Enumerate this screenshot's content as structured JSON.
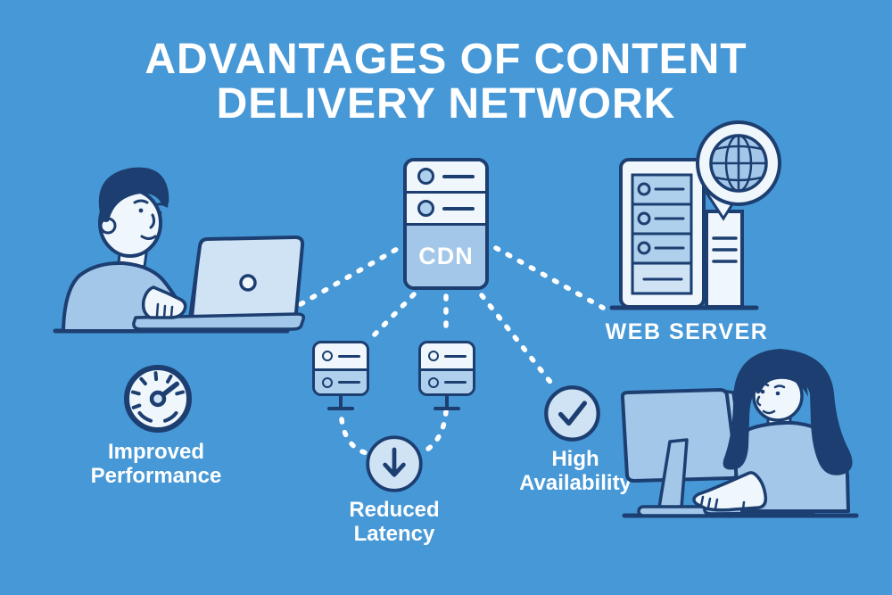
{
  "title": {
    "line1": "ADVANTAGES OF CONTENT",
    "line2": "DELIVERY NETWORK"
  },
  "nodes": {
    "cdn": {
      "label": "CDN"
    },
    "web_server": {
      "label": "WEB SERVER"
    }
  },
  "benefits": [
    {
      "icon": "speedometer-icon",
      "line1": "Improved",
      "line2": "Performance"
    },
    {
      "icon": "down-arrow-icon",
      "line1": "Reduced",
      "line2": "Latency"
    },
    {
      "icon": "checkmark-icon",
      "line1": "High",
      "line2": "Availability"
    }
  ],
  "illustrations": [
    "man-working-on-laptop",
    "woman-working-on-desktop",
    "globe-speech-bubble",
    "edge-server-left",
    "edge-server-right"
  ],
  "colors": {
    "background": "#4798d7",
    "outline_navy": "#1c3e70",
    "light_blue": "#a3c7e8",
    "panel_blue": "#aed0ec",
    "pale_blue": "#cfe3f5",
    "near_white": "#eff6fc",
    "text_white": "#ffffff"
  }
}
